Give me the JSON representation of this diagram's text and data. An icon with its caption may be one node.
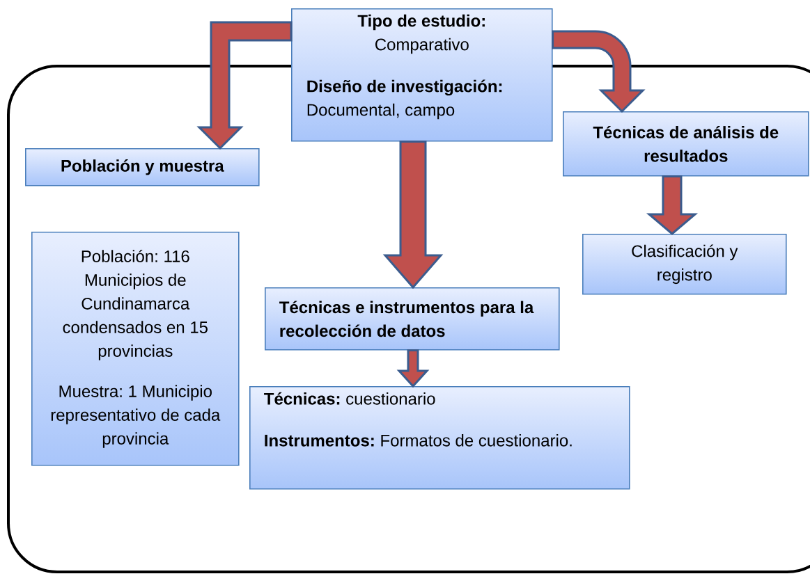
{
  "diagram": {
    "nodes": [
      {
        "text": [
          "Tipo de estudio:",
          "Comparativo",
          "Diseño de investigación:",
          "Documental, campo"
        ]
      },
      {
        "text": [
          "Población y muestra"
        ]
      },
      {
        "text": [
          "Población: 116 Municipios de Cundinamarca condensados en 15 provincias",
          "Muestra: 1 Municipio representativo de cada provincia"
        ]
      },
      {
        "text": [
          "Técnicas e instrumentos para la recolección de datos"
        ]
      },
      {
        "text": [
          "**Técnicas:** cuestionario",
          "**Instrumentos:** Formatos de cuestionario."
        ]
      },
      {
        "text": [
          "Técnicas de análisis de resultados"
        ]
      },
      {
        "text": [
          "Clasificación y registro"
        ]
      }
    ],
    "edges": [
      {
        "from": 0,
        "to": 1,
        "arrow": "to"
      },
      {
        "from": 0,
        "to": 3,
        "arrow": "to"
      },
      {
        "from": 0,
        "to": 5,
        "arrow": "to"
      },
      {
        "from": 3,
        "to": 4,
        "arrow": "to"
      },
      {
        "from": 5,
        "to": 6,
        "arrow": "to"
      }
    ]
  }
}
